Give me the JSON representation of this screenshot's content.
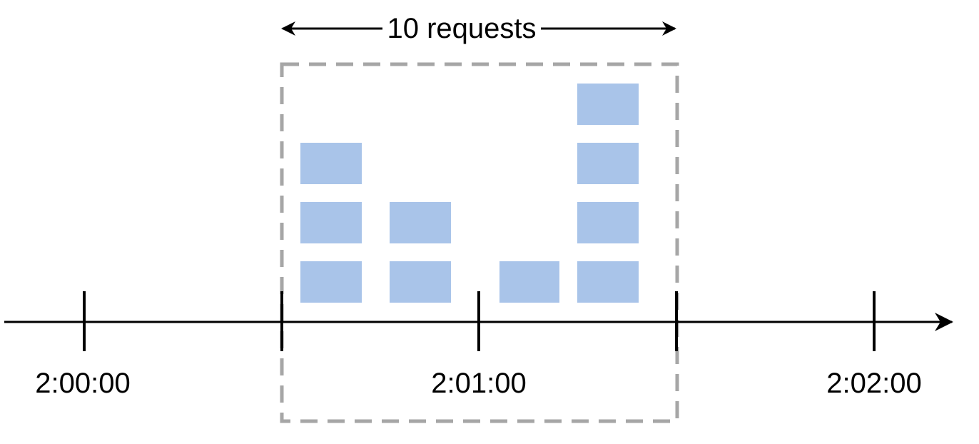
{
  "window_label": "10 requests",
  "time_labels": [
    "2:00:00",
    "2:01:00",
    "2:02:00"
  ],
  "request_columns": [
    3,
    2,
    1,
    4
  ],
  "colors": {
    "request_block": "#a9c4e9",
    "window_border": "#a6a6a6",
    "axis": "#000000",
    "text": "#000000"
  }
}
